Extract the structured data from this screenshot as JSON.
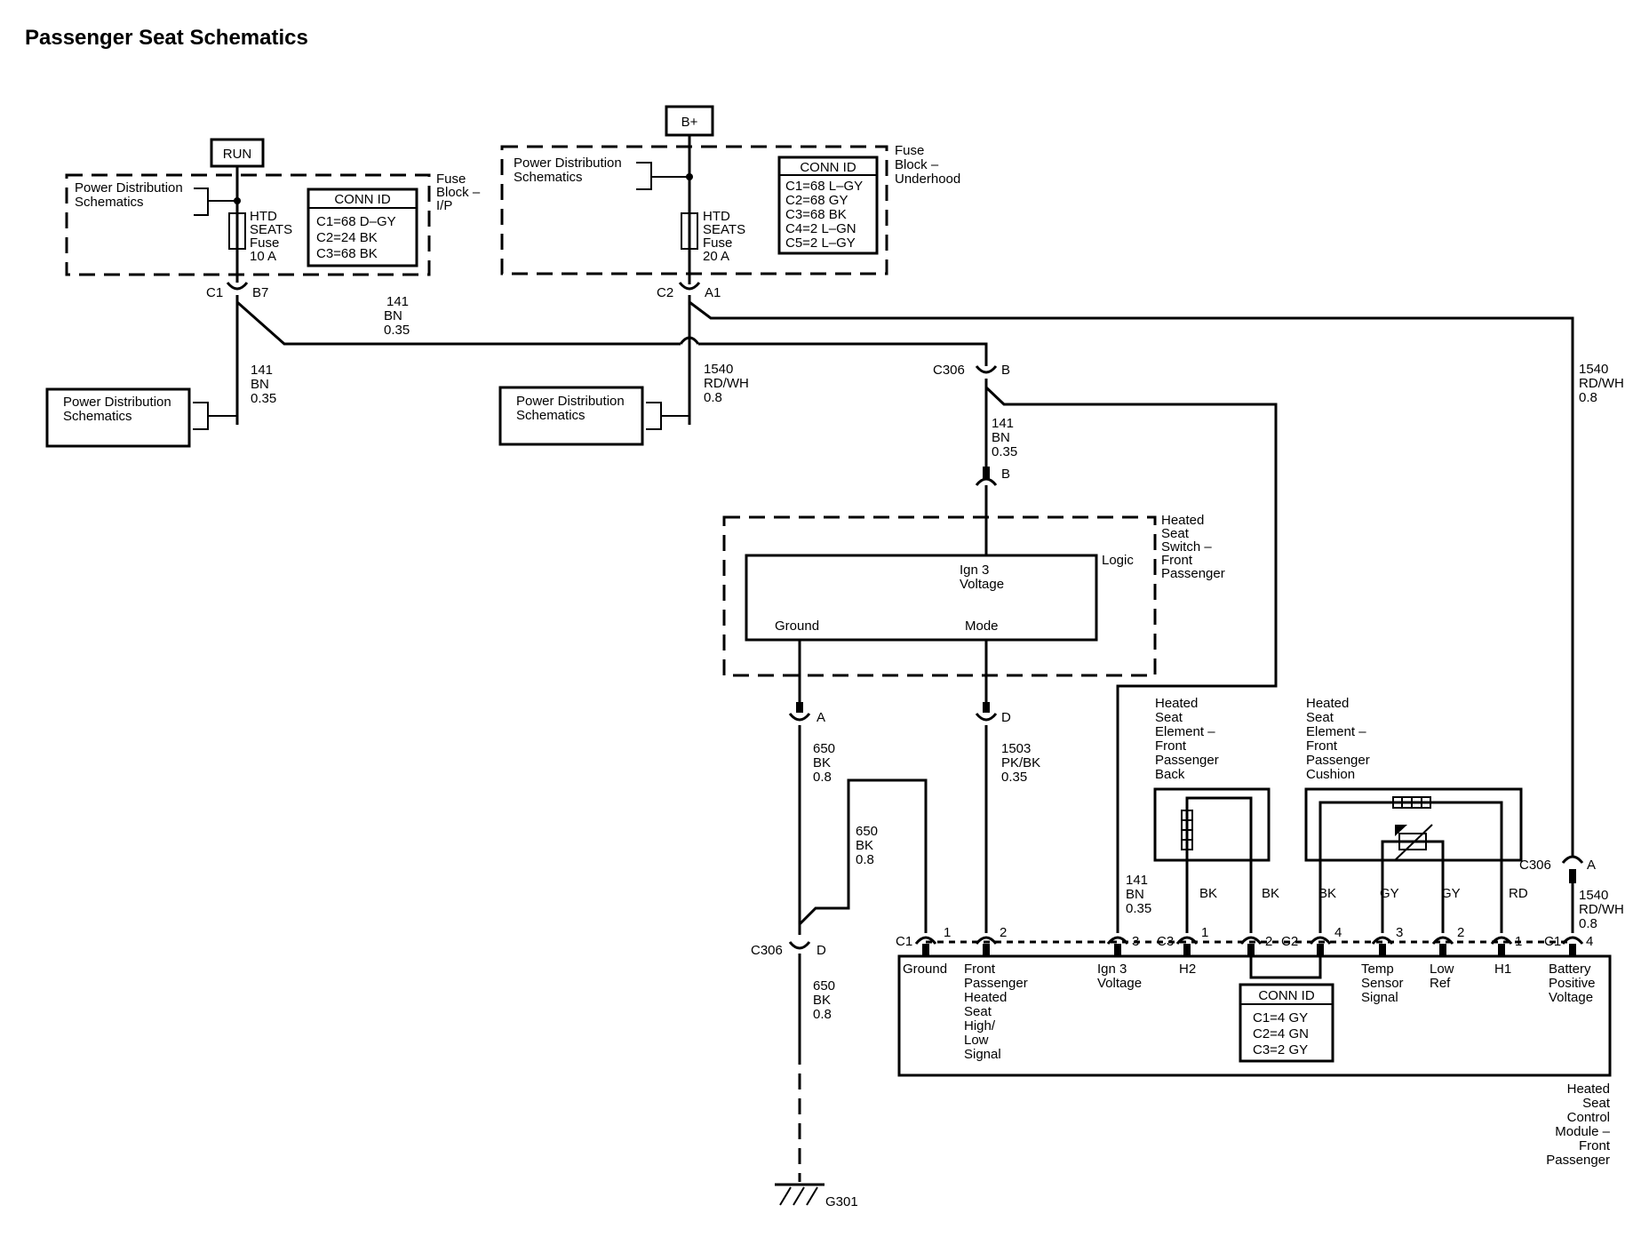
{
  "title": "Passenger Seat Schematics",
  "power": {
    "run": "RUN",
    "bplus": "B+"
  },
  "fuse_ip": {
    "name": [
      "Fuse",
      "Block –",
      "I/P"
    ],
    "pd": [
      "Power Distribution",
      "Schematics"
    ],
    "fuse": [
      "HTD",
      "SEATS",
      "Fuse",
      "10 A"
    ],
    "conn_title": "CONN ID",
    "conn": [
      "C1=68 D–GY",
      "C2=24 BK",
      "C3=68 BK"
    ],
    "pin": [
      "C1",
      "B7"
    ]
  },
  "fuse_uh": {
    "name": [
      "Fuse",
      "Block –",
      "Underhood"
    ],
    "pd": [
      "Power Distribution",
      "Schematics"
    ],
    "fuse": [
      "HTD",
      "SEATS",
      "Fuse",
      "20 A"
    ],
    "conn_title": "CONN ID",
    "conn": [
      "C1=68 L–GY",
      "C2=68 GY",
      "C3=68 BK",
      "C4=2 L–GN",
      "C5=2 L–GY"
    ],
    "pin": [
      "C2",
      "A1"
    ]
  },
  "pd_left": [
    "Power Distribution",
    "Schematics"
  ],
  "pd_mid": [
    "Power Distribution",
    "Schematics"
  ],
  "wires": {
    "w141_top": [
      "141",
      "BN",
      "0.35"
    ],
    "w141_left": [
      "141",
      "BN",
      "0.35"
    ],
    "w1540_mid": [
      "1540",
      "RD/WH",
      "0.8"
    ],
    "w1540_right": [
      "1540",
      "RD/WH",
      "0.8"
    ],
    "w141_sw": [
      "141",
      "BN",
      "0.35"
    ],
    "w650_a": [
      "650",
      "BK",
      "0.8"
    ],
    "w650_b": [
      "650",
      "BK",
      "0.8"
    ],
    "w650_c": [
      "650",
      "BK",
      "0.8"
    ],
    "w1503": [
      "1503",
      "PK/BK",
      "0.35"
    ],
    "w141_mod": [
      "141",
      "BN",
      "0.35"
    ],
    "w1540_mod": [
      "1540",
      "RD/WH",
      "0.8"
    ]
  },
  "c306": {
    "b": [
      "C306",
      "B"
    ],
    "b2": "B",
    "a": "A",
    "d": "D",
    "d2": [
      "C306",
      "D"
    ],
    "a2": [
      "C306",
      "A"
    ]
  },
  "switch": {
    "name": [
      "Heated",
      "Seat",
      "Switch –",
      "Front",
      "Passenger"
    ],
    "logic": "Logic",
    "ign": [
      "Ign 3",
      "Voltage"
    ],
    "ground": "Ground",
    "mode": "Mode"
  },
  "back_elem": {
    "name": [
      "Heated",
      "Seat",
      "Element –",
      "Front",
      "Passenger",
      "Back"
    ]
  },
  "cush_elem": {
    "name": [
      "Heated",
      "Seat",
      "Element –",
      "Front",
      "Passenger",
      "Cushion"
    ]
  },
  "wire_colors": {
    "bk1": "BK",
    "bk2": "BK",
    "bk3": "BK",
    "gy1": "GY",
    "gy2": "GY",
    "rd": "RD"
  },
  "module": {
    "name": [
      "Heated",
      "Seat",
      "Control",
      "Module –",
      "Front",
      "Passenger"
    ],
    "pins": {
      "c1_1": "1",
      "c1_2": "2",
      "c3_3": "3",
      "c3_1": "1",
      "c3_2": "2",
      "c2_4": "4",
      "c2_3": "3",
      "c2_2": "2",
      "c2_1": "1",
      "c1_4": "4"
    },
    "conn_labels": {
      "c1a": "C1",
      "c3": "C3",
      "c2": "C2",
      "c1b": "C1"
    },
    "terms": {
      "ground": "Ground",
      "front": [
        "Front",
        "Passenger",
        "Heated",
        "Seat",
        "High/",
        "Low",
        "Signal"
      ],
      "ign": [
        "Ign 3",
        "Voltage"
      ],
      "h2": "H2",
      "temp": [
        "Temp",
        "Sensor",
        "Signal"
      ],
      "lowref": [
        "Low",
        "Ref"
      ],
      "h1": "H1",
      "batt": [
        "Battery",
        "Positive",
        "Voltage"
      ]
    },
    "conn_title": "CONN ID",
    "conn": [
      "C1=4 GY",
      "C2=4 GN",
      "C3=2 GY"
    ]
  },
  "ground": "G301"
}
